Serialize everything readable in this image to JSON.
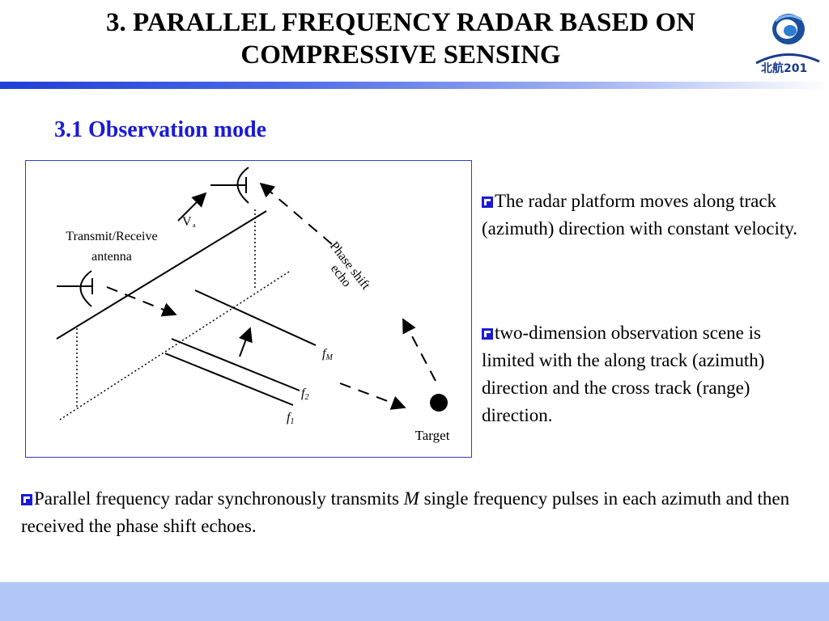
{
  "header": {
    "title_line1": "3. PARALLEL FREQUENCY RADAR BASED ON",
    "title_line2": "COMPRESSIVE SENSING",
    "logo_text": "北航201",
    "bar_color": "#1f3fd6"
  },
  "section": {
    "heading": "3.1 Observation mode",
    "color": "#1a1ad6"
  },
  "diagram": {
    "antenna_label_line1": "Transmit/Receive",
    "antenna_label_line2": "antenna",
    "velocity_label": "V",
    "velocity_sub": "a",
    "echo_label_line1": "Phase shift",
    "echo_label_line2": "echo",
    "freq_labels": [
      {
        "main": "f",
        "sub": "M"
      },
      {
        "main": "f",
        "sub": "2"
      },
      {
        "main": "f",
        "sub": "1"
      }
    ],
    "target_label": "Target",
    "border_color": "#2a3fd0"
  },
  "bullets": {
    "b1": "The radar platform moves along track (azimuth) direction with constant velocity.",
    "b2": "two-dimension observation scene is limited with the along track (azimuth) direction and the cross track (range) direction.",
    "b3_prefix": "Parallel frequency radar synchronously transmits ",
    "b3_var": "M",
    "b3_suffix": " single frequency pulses in each azimuth and then received the phase shift echoes.",
    "icon": "square-bullet-icon"
  },
  "footer": {
    "color": "#b3c7f7"
  }
}
